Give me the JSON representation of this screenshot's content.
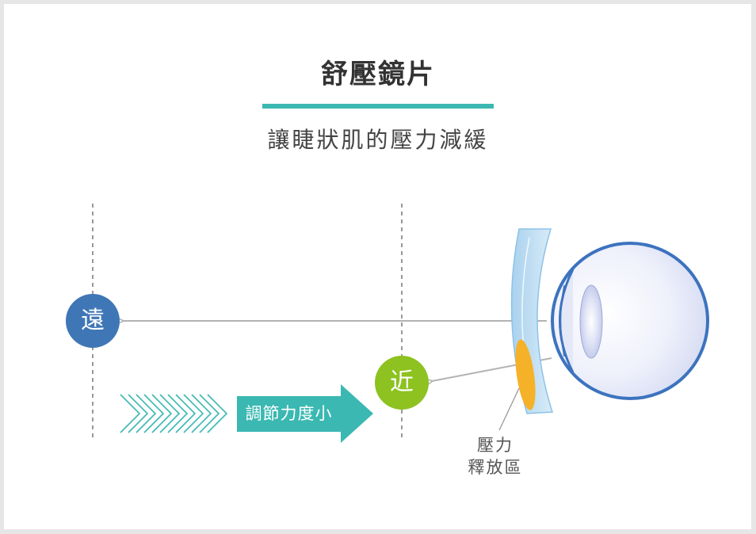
{
  "title": "舒壓鏡片",
  "subtitle": "讓睫狀肌的壓力減緩",
  "far_label": "遠",
  "near_label": "近",
  "arrow_text": "調節力度小",
  "pressure_label_line1": "壓力",
  "pressure_label_line2": "釋放區",
  "colors": {
    "accent": "#3bb8b2",
    "far_circle": "#3f76b6",
    "near_circle": "#8dc220",
    "pressure_zone": "#f5b229",
    "eye_outline": "#3c73bf",
    "lens": "#bcdcf2"
  }
}
